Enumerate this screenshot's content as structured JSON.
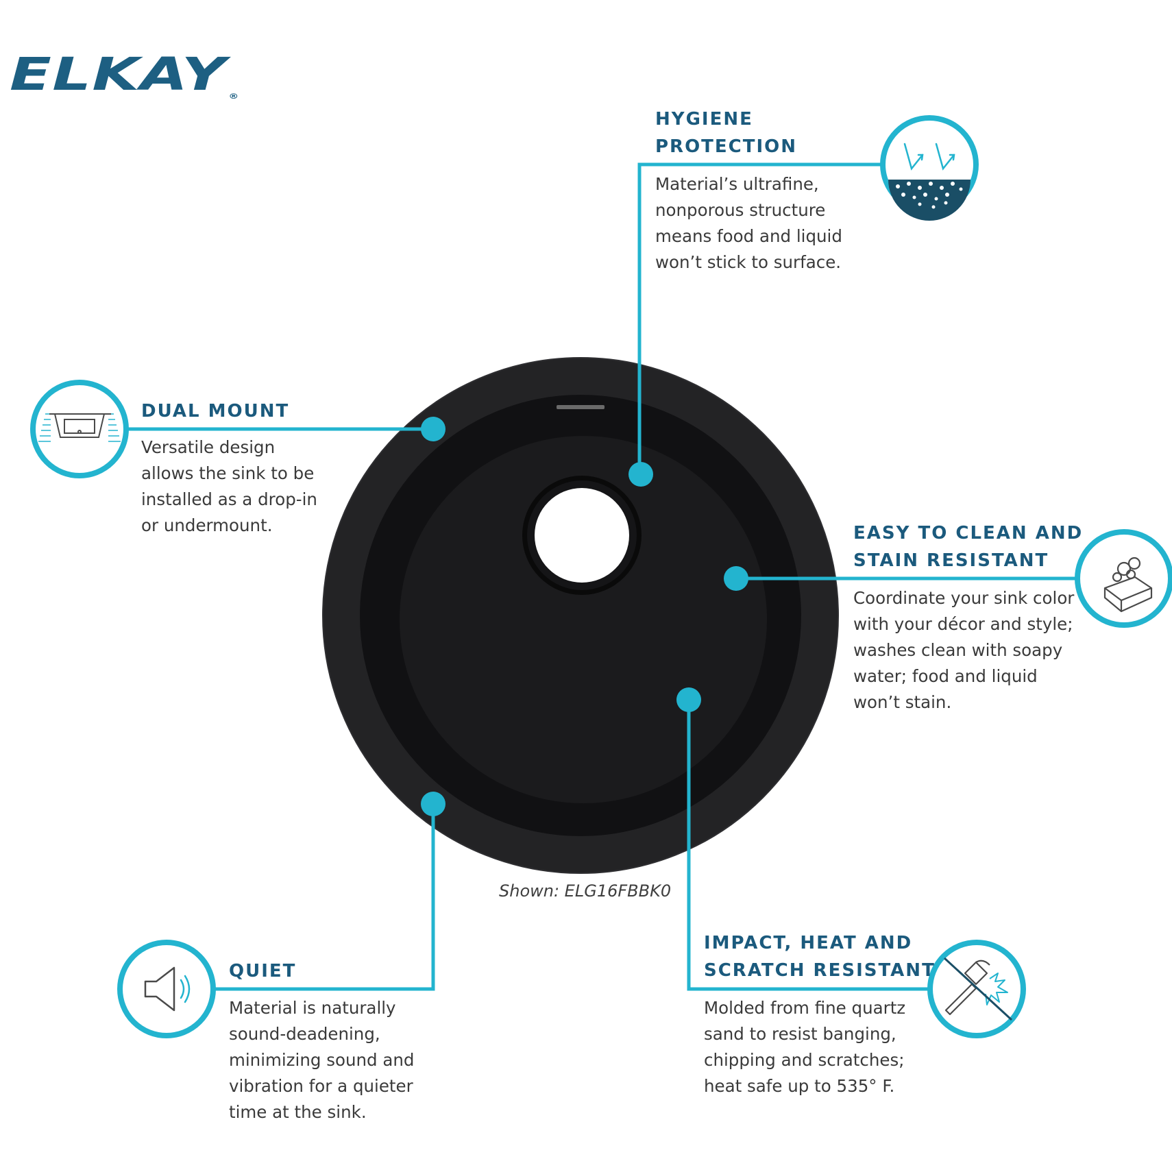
{
  "brand": {
    "logo_text": "ELKAY",
    "registered_mark": "®"
  },
  "caption": "Shown: ELG16FBBK0",
  "colors": {
    "accent": "#23b4cf",
    "heading": "#1b5a7d",
    "logo": "#1d5f82",
    "sink": "#1f1f21",
    "text": "#3a3a3a"
  },
  "features": {
    "hygiene": {
      "heading_line1": "HYGIENE",
      "heading_line2": "PROTECTION",
      "body": [
        "Material’s ultrafine,",
        "nonporous structure",
        "means food and liquid",
        "won’t stick to surface."
      ],
      "icon": "nonporous-surface-icon"
    },
    "dual_mount": {
      "heading_line1": "DUAL MOUNT",
      "body": [
        "Versatile design",
        "allows the sink to be",
        "installed as a drop-in",
        "or undermount."
      ],
      "icon": "sink-mount-icon"
    },
    "easy_clean": {
      "heading_line1": "EASY TO CLEAN AND",
      "heading_line2": "STAIN RESISTANT",
      "body": [
        "Coordinate your sink color",
        "with your décor and style;",
        "washes clean with soapy",
        "water; food and liquid",
        "won’t stain."
      ],
      "icon": "soap-bar-icon"
    },
    "quiet": {
      "heading_line1": "QUIET",
      "body": [
        "Material is naturally",
        "sound-deadening,",
        "minimizing sound and",
        "vibration for a quieter",
        "time at the sink."
      ],
      "icon": "speaker-icon"
    },
    "impact": {
      "heading_line1": "IMPACT, HEAT AND",
      "heading_line2": "SCRATCH RESISTANT",
      "body": [
        "Molded from fine quartz",
        "sand to resist banging,",
        "chipping and scratches;",
        "heat safe up to 535° F."
      ],
      "icon": "hammer-impact-icon"
    }
  }
}
